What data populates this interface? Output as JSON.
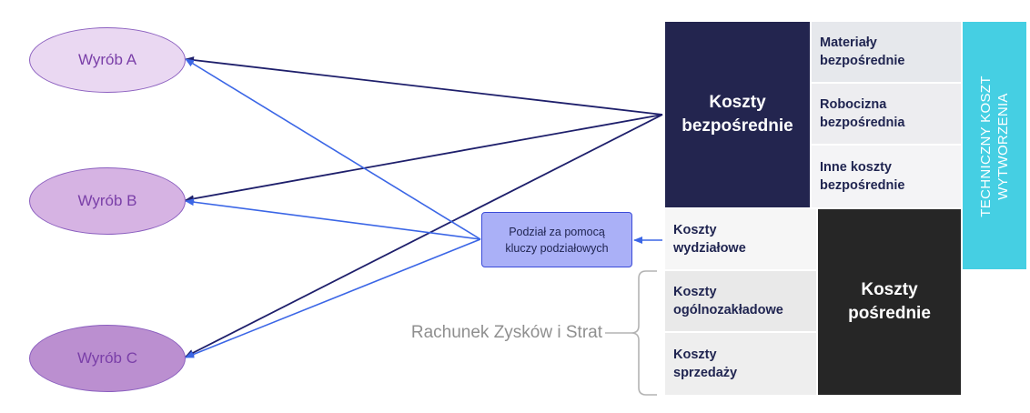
{
  "products": [
    {
      "label": "Wyrób A"
    },
    {
      "label": "Wyrób B"
    },
    {
      "label": "Wyrób C"
    }
  ],
  "direct": {
    "title_line1": "Koszty",
    "title_line2": "bezpośrednie",
    "items": [
      {
        "line1": "Materiały",
        "line2": "bezpośrednie"
      },
      {
        "line1": "Robocizna",
        "line2": "bezpośrednia"
      },
      {
        "line1": "Inne koszty",
        "line2": "bezpośrednie"
      }
    ]
  },
  "technical": {
    "line1": "TECHNICZNY KOSZT",
    "line2": "WYTWORZENIA"
  },
  "indirect": {
    "title_line1": "Koszty",
    "title_line2": "pośrednie",
    "items": [
      {
        "line1": "Koszty",
        "line2": "wydziałowe"
      },
      {
        "line1": "Koszty",
        "line2": "ogólnozakładowe"
      },
      {
        "line1": "Koszty",
        "line2": "sprzedaży"
      }
    ]
  },
  "allocation": {
    "line1": "Podział za pomocą",
    "line2": "kluczy podziałowych"
  },
  "pnl_label": "Rachunek Zysków i Strat",
  "colors": {
    "navy": "#23254f",
    "cyan": "#45cfe3",
    "charcoal": "#262626",
    "blue_arrow": "#3b66e6",
    "navy_arrow": "#1e1f6b",
    "ellipse_a": "#ead8f2",
    "ellipse_b": "#d6b3e3",
    "ellipse_c": "#bb8fd0",
    "allocation_fill": "#aab0f7"
  }
}
